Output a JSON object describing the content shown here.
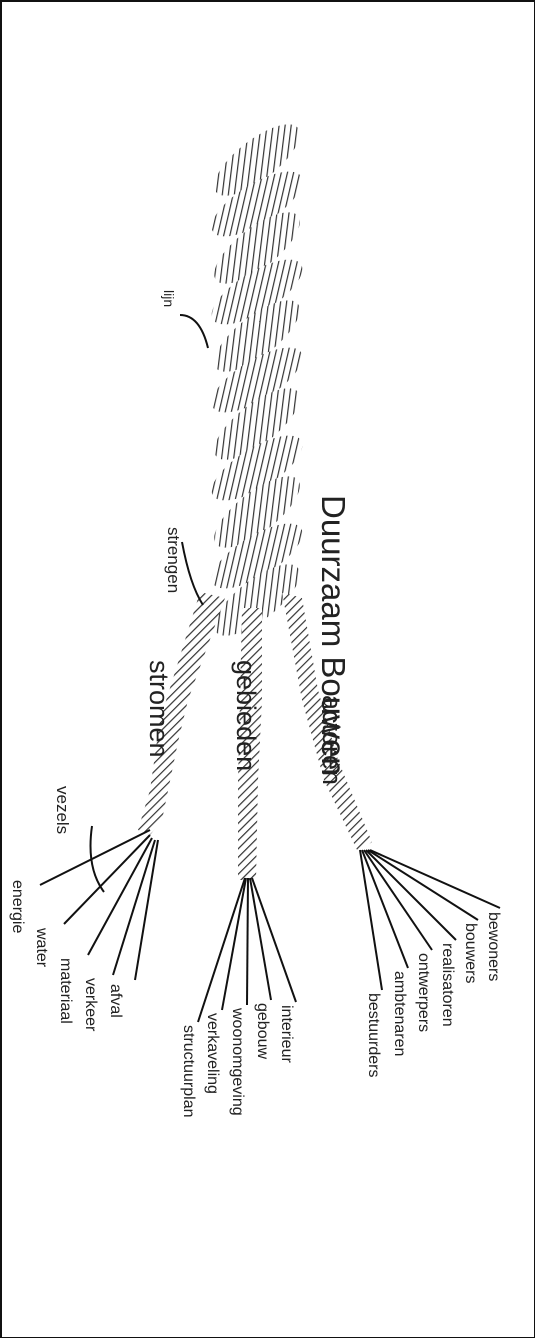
{
  "title": "Duurzaam Bouwen",
  "labels": {
    "lijn": "lijn",
    "strengen": "strengen",
    "vezels": "vezels"
  },
  "strands": [
    {
      "name": "stromen",
      "fibers": [
        "energie",
        "water",
        "materiaal",
        "verkeer",
        "afval"
      ]
    },
    {
      "name": "gebieden",
      "fibers": [
        "structuurplan",
        "verkaveling",
        "woonomgeving",
        "gebouw",
        "interieur"
      ]
    },
    {
      "name": "actoren",
      "fibers": [
        "bestuurders",
        "ambtenaren",
        "ontwerpers",
        "realisatoren",
        "bouwers",
        "bewoners"
      ]
    }
  ]
}
